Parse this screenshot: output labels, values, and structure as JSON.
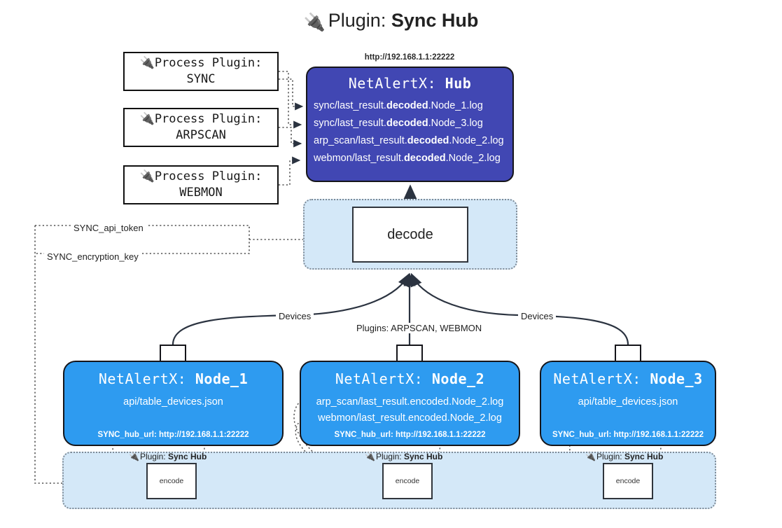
{
  "title": {
    "icon": "plug-icon",
    "prefix": "Plugin:",
    "name": "Sync Hub"
  },
  "process_plugins": [
    {
      "line1": "Process Plugin:",
      "line2": "SYNC",
      "icon": "plug-icon"
    },
    {
      "line1": "Process Plugin:",
      "line2": "ARPSCAN",
      "icon": "plug-icon"
    },
    {
      "line1": "Process Plugin:",
      "line2": "WEBMON",
      "icon": "plug-icon"
    }
  ],
  "hub": {
    "url": "http://192.168.1.1:22222",
    "title_prefix": "NetAlertX:",
    "title_name": "Hub",
    "logs": [
      {
        "pre": "sync/last_result.",
        "em": "decoded",
        "post": ".Node_1.log"
      },
      {
        "pre": "sync/last_result.",
        "em": "decoded",
        "post": ".Node_3.log"
      },
      {
        "pre": "arp_scan/last_result.",
        "em": "decoded",
        "post": ".Node_2.log"
      },
      {
        "pre": "webmon/last_result.",
        "em": "decoded",
        "post": ".Node_2.log"
      }
    ]
  },
  "decode": {
    "label": "decode"
  },
  "config_labels": {
    "api_token": "SYNC_api_token",
    "encryption_key": "SYNC_encryption_key"
  },
  "edge_labels": {
    "devices_left": "Devices",
    "devices_right": "Devices",
    "plugins_middle": "Plugins: ARPSCAN, WEBMON"
  },
  "nodes": [
    {
      "title_prefix": "NetAlertX:",
      "title_name": "Node_1",
      "lines": [
        "api/table_devices.json"
      ],
      "footer": "SYNC_hub_url: http://192.168.1.1:22222"
    },
    {
      "title_prefix": "NetAlertX:",
      "title_name": "Node_2",
      "lines": [
        "arp_scan/last_result.encoded.Node_2.log",
        "webmon/last_result.encoded.Node_2.log"
      ],
      "footer": "SYNC_hub_url: http://192.168.1.1:22222"
    },
    {
      "title_prefix": "NetAlertX:",
      "title_name": "Node_3",
      "lines": [
        "api/table_devices.json"
      ],
      "footer": "SYNC_hub_url: http://192.168.1.1:22222"
    }
  ],
  "encode_groups": [
    {
      "plugin_prefix": "Plugin:",
      "plugin_name": "Sync Hub",
      "box_label": "encode",
      "icon": "plug-icon"
    },
    {
      "plugin_prefix": "Plugin:",
      "plugin_name": "Sync Hub",
      "box_label": "encode",
      "icon": "plug-icon"
    },
    {
      "plugin_prefix": "Plugin:",
      "plugin_name": "Sync Hub",
      "box_label": "encode",
      "icon": "plug-icon"
    }
  ],
  "colors": {
    "hub_fill": "#4147b3",
    "node_fill": "#2e9bf0",
    "group_fill": "#d4e8f8",
    "stroke": "#15151a"
  }
}
